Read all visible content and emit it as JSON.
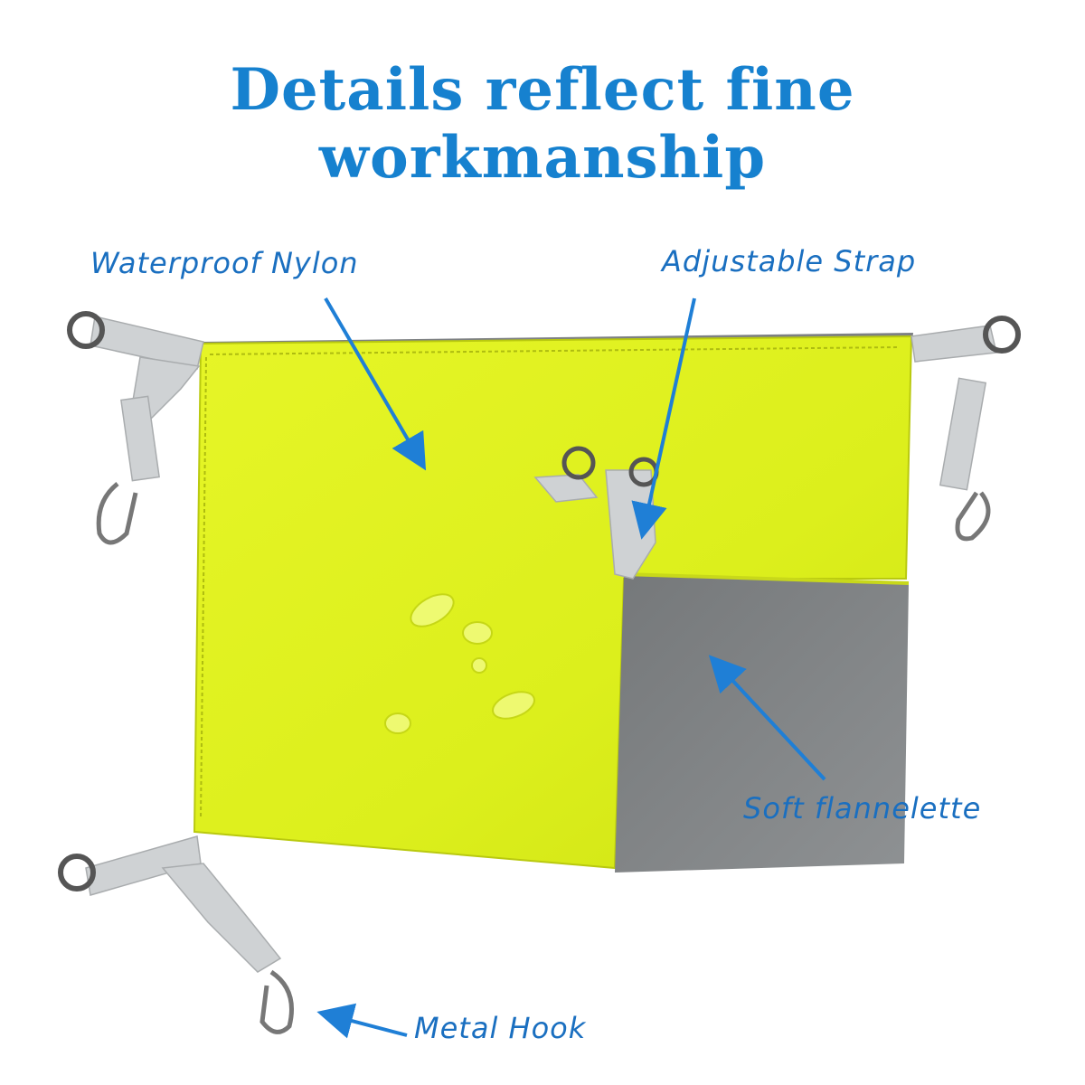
{
  "title": "Details reflect fine workmanship",
  "labels": {
    "nylon": "Waterproof Nylon",
    "strap": "Adjustable Strap",
    "flannel": "Soft flannelette",
    "hook": "Metal Hook"
  },
  "colors": {
    "title": "#1681cf",
    "label": "#1a6fc0",
    "arrow": "#1f7fd6",
    "nylon": "#def01f",
    "flannel": "#808384",
    "strap": "#cfd2d4"
  }
}
